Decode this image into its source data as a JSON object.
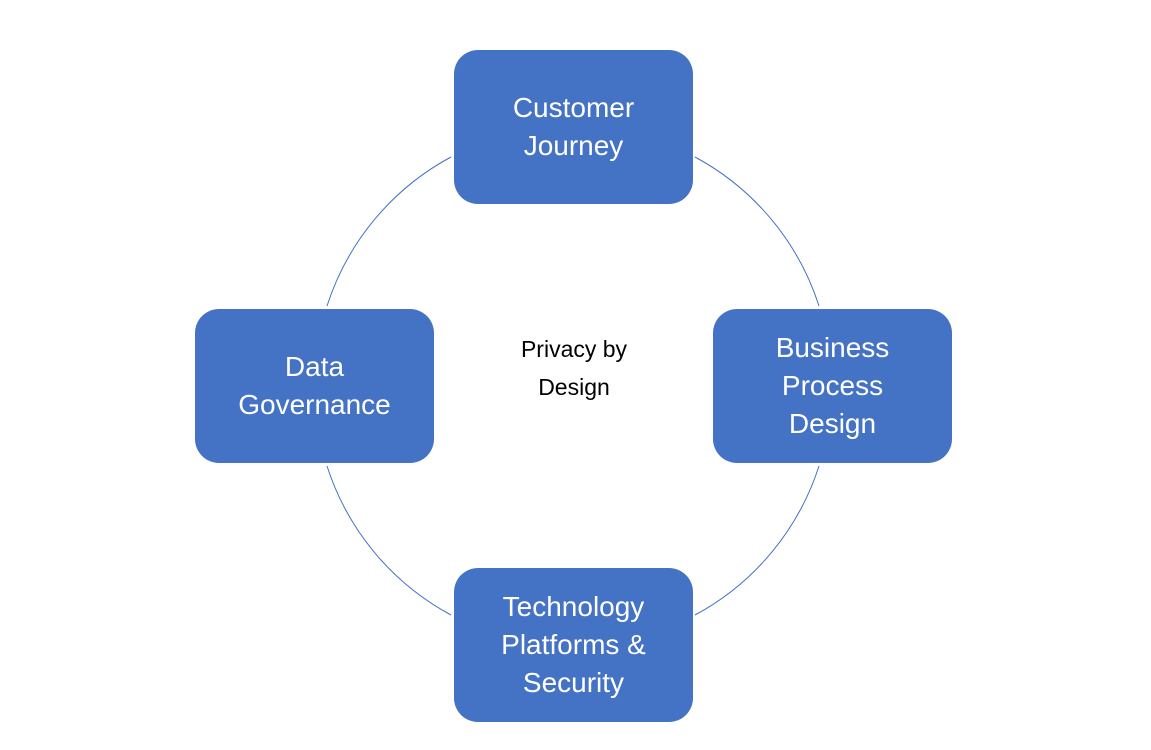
{
  "diagram": {
    "title": "Privacy by Design",
    "center": {
      "lines": [
        "Privacy by",
        "Design"
      ]
    },
    "nodes": [
      {
        "id": "top",
        "lines": [
          "Customer",
          "Journey"
        ]
      },
      {
        "id": "right",
        "lines": [
          "Business",
          "Process",
          "Design"
        ]
      },
      {
        "id": "bottom",
        "lines": [
          "Technology",
          "Platforms &",
          "Security"
        ]
      },
      {
        "id": "left",
        "lines": [
          "Data",
          "Governance"
        ]
      }
    ],
    "connections": [
      {
        "from": "top",
        "to": "right",
        "type": "arc"
      },
      {
        "from": "right",
        "to": "bottom",
        "type": "arc"
      },
      {
        "from": "bottom",
        "to": "left",
        "type": "arc"
      },
      {
        "from": "left",
        "to": "top",
        "type": "arc"
      }
    ],
    "colors": {
      "node_fill": "#4472c4",
      "node_text": "#ffffff",
      "connector": "#4472c4",
      "center_text": "#000000"
    }
  }
}
